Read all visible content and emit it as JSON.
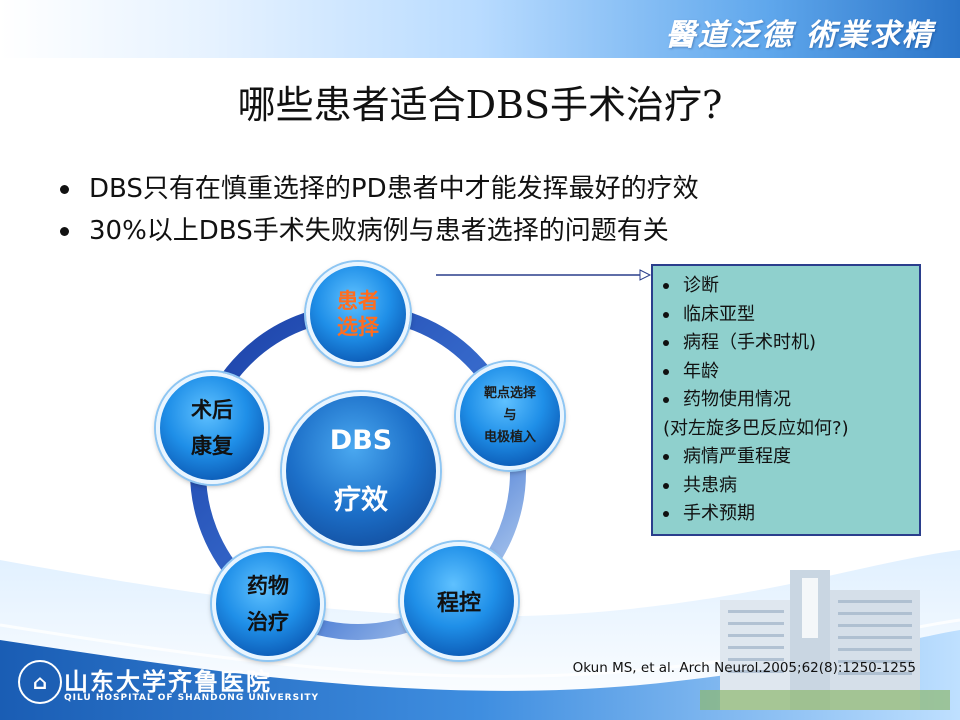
{
  "header": {
    "motto": "醫道泛德 術業求精"
  },
  "slide": {
    "title": "哪些患者适合DBS手术治疗?",
    "bullets": [
      "DBS只有在慎重选择的PD患者中才能发挥最好的疗效",
      "30%以上DBS手术失败病例与患者选择的问题有关"
    ]
  },
  "diagram": {
    "center_line1": "DBS",
    "center_line2": "疗效",
    "top_line1": "患者",
    "top_line2": "选择",
    "right_line1": "靶点选择",
    "right_line2": "与",
    "right_line3": "电极植入",
    "left_line1": "术后",
    "left_line2": "康复",
    "bottom_left_line1": "药物",
    "bottom_left_line2": "治疗",
    "bottom_right": "程控"
  },
  "callout": {
    "items": [
      "诊断",
      "临床亚型",
      "病程（手术时机)",
      "年龄",
      "药物使用情况"
    ],
    "note": "(对左旋多巴反应如何?)",
    "items2": [
      "病情严重程度",
      "共患病",
      "手术预期"
    ]
  },
  "footer": {
    "logo_glyph": "⌂",
    "hospital_cn": "山东大学齐鲁医院",
    "hospital_en": "QILU HOSPITAL OF SHANDONG UNIVERSITY",
    "citation": "Okun MS,  et al. Arch Neurol.2005;62(8):1250-1255"
  },
  "colors": {
    "accent_orange": "#ff6d1f",
    "node_blue": "#1f8fe8",
    "callout_bg": "#8fd0cd",
    "callout_border": "#2a3e8c"
  }
}
